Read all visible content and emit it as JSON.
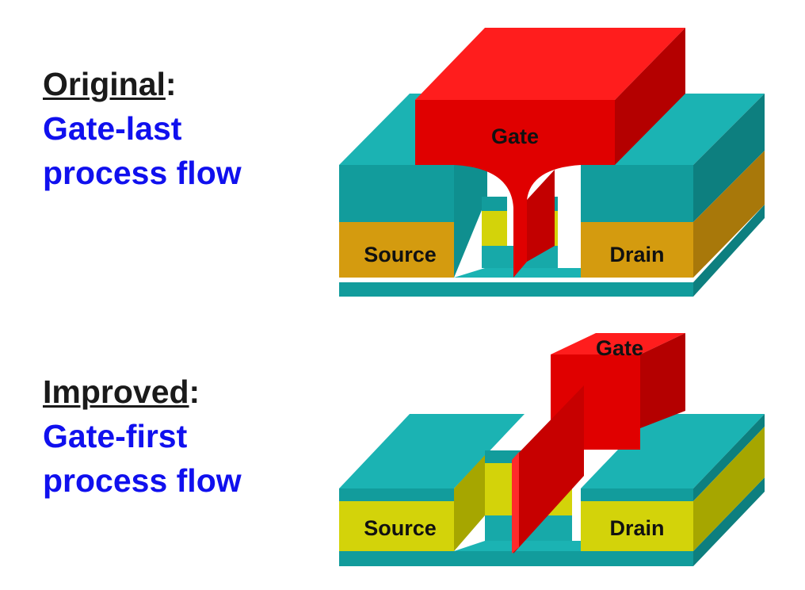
{
  "top_panel": {
    "heading": "Original",
    "heading_suffix": ":",
    "line1": "Gate-last",
    "line2": "process flow",
    "labels": {
      "gate": "Gate",
      "source": "Source",
      "drain": "Drain"
    }
  },
  "bottom_panel": {
    "heading": "Improved",
    "heading_suffix": ":",
    "line1": "Gate-first",
    "line2": "process flow",
    "labels": {
      "gate": "Gate",
      "source": "Source",
      "drain": "Drain"
    }
  },
  "colors": {
    "teal_top": "#1bb3b3",
    "teal_front": "#129c9c",
    "teal_side": "#0d7f7f",
    "orange_front": "#d49b0f",
    "orange_side": "#a8780a",
    "yellow_front": "#d3d30a",
    "yellow_side": "#a6a600",
    "red_top": "#ff1d1d",
    "red_front": "#e00000",
    "red_side": "#b40000"
  }
}
